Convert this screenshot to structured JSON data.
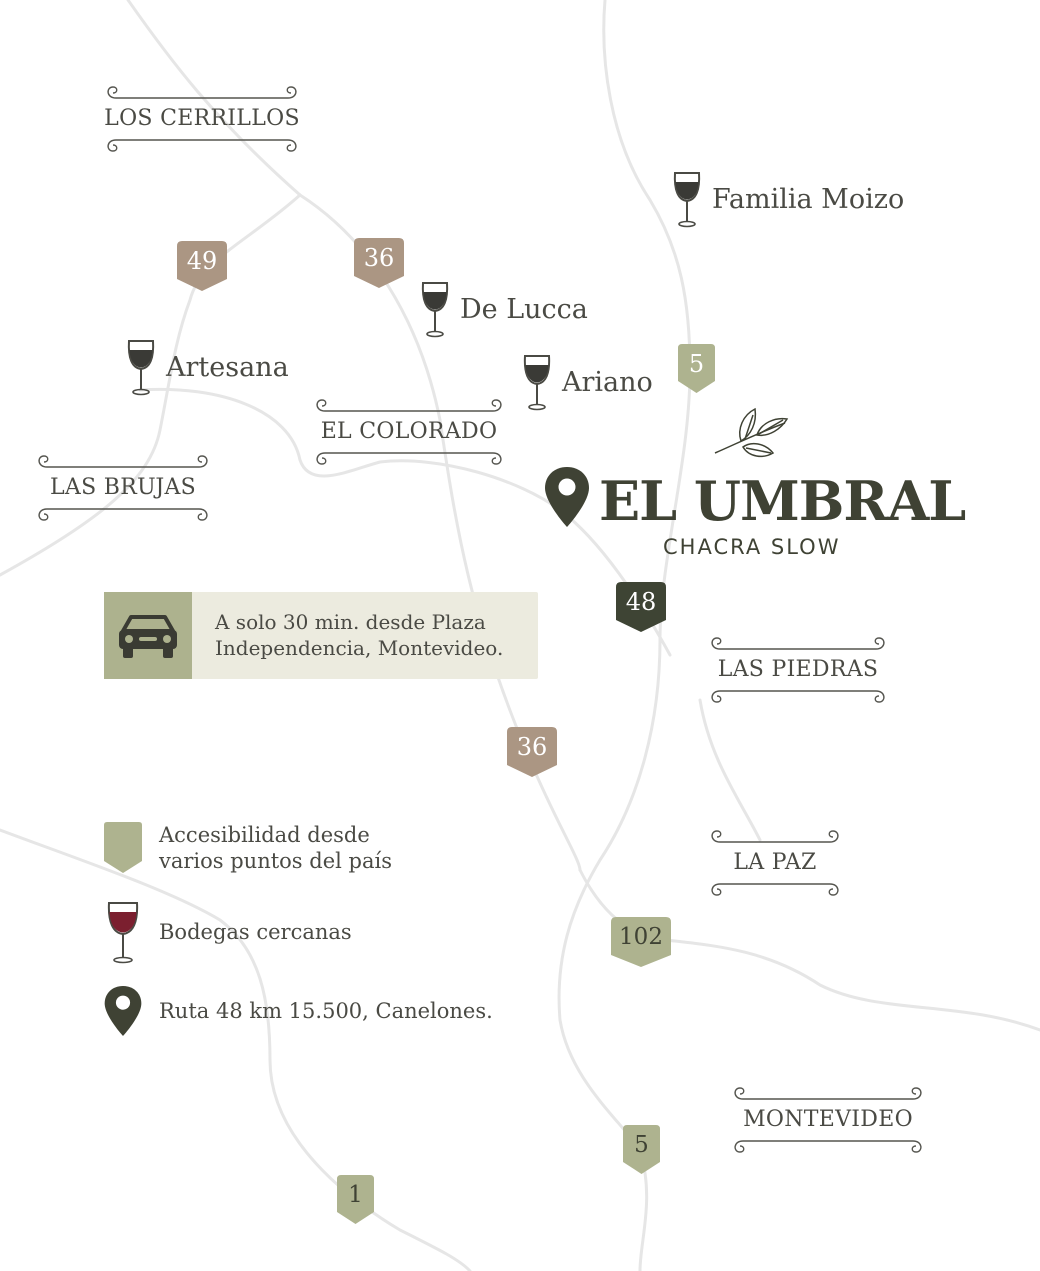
{
  "places": {
    "los_cerrillos": "LOS CERRILLOS",
    "el_colorado": "EL COLORADO",
    "las_brujas": "LAS BRUJAS",
    "las_piedras": "LAS PIEDRAS",
    "la_paz": "LA PAZ",
    "montevideo": "MONTEVIDEO"
  },
  "wineries": {
    "familia_moizo": "Familia Moizo",
    "de_lucca": "De Lucca",
    "artesana": "Artesana",
    "ariano": "Ariano"
  },
  "routes": {
    "r49": "49",
    "r36_north": "36",
    "r5_north": "5",
    "r48": "48",
    "r36_south": "36",
    "r102": "102",
    "r5_south": "5",
    "r1": "1"
  },
  "brand": {
    "name": "EL UMBRAL",
    "tagline": "CHACRA SLOW"
  },
  "info": {
    "line1": "A solo 30 min. desde Plaza",
    "line2": "Independencia, Montevideo."
  },
  "legend": {
    "access_line1": "Accesibilidad desde",
    "access_line2": "varios puntos del país",
    "wineries": "Bodegas cercanas",
    "address": "Ruta 48 km 15.500, Canelones."
  },
  "colors": {
    "route_green": "#aeb38f",
    "route_brown": "#ab9683",
    "route_dark": "#3e4434",
    "brand_dark": "#3f4234",
    "wine_red": "#7b1f2f",
    "road_line": "#e6e6e6"
  },
  "icons": {
    "winery": "wine-glass-icon",
    "location": "map-pin-icon",
    "car": "car-icon",
    "leaf": "leaf-branch-icon"
  }
}
